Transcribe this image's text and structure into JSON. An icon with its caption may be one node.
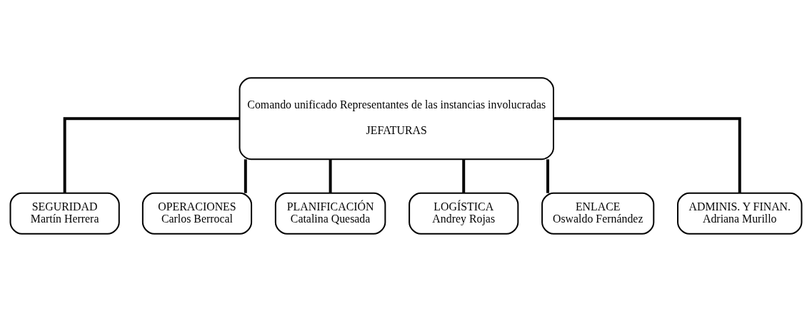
{
  "diagram": {
    "nodes": [
      {
        "text": [
          "Comando unificado Representantes de las instancias involucradas",
          "JEFATURAS"
        ]
      },
      {
        "text": [
          "SEGURIDAD",
          "Martín Herrera"
        ]
      },
      {
        "text": [
          "OPERACIONES",
          "Carlos Berrocal"
        ]
      },
      {
        "text": [
          "PLANIFICACIÓN",
          "Catalina Quesada"
        ]
      },
      {
        "text": [
          "LOGÍSTICA",
          "Andrey Rojas"
        ]
      },
      {
        "text": [
          "ENLACE",
          "Oswaldo Fernández"
        ]
      },
      {
        "text": [
          "ADMINIS. Y FINAN.",
          "Adriana Murillo"
        ]
      }
    ],
    "edges": [
      {
        "from": 0,
        "to": 1,
        "arrow": "none"
      },
      {
        "from": 0,
        "to": 2,
        "arrow": "none"
      },
      {
        "from": 0,
        "to": 3,
        "arrow": "none"
      },
      {
        "from": 0,
        "to": 4,
        "arrow": "none"
      },
      {
        "from": 0,
        "to": 5,
        "arrow": "none"
      },
      {
        "from": 0,
        "to": 6,
        "arrow": "none"
      }
    ]
  }
}
